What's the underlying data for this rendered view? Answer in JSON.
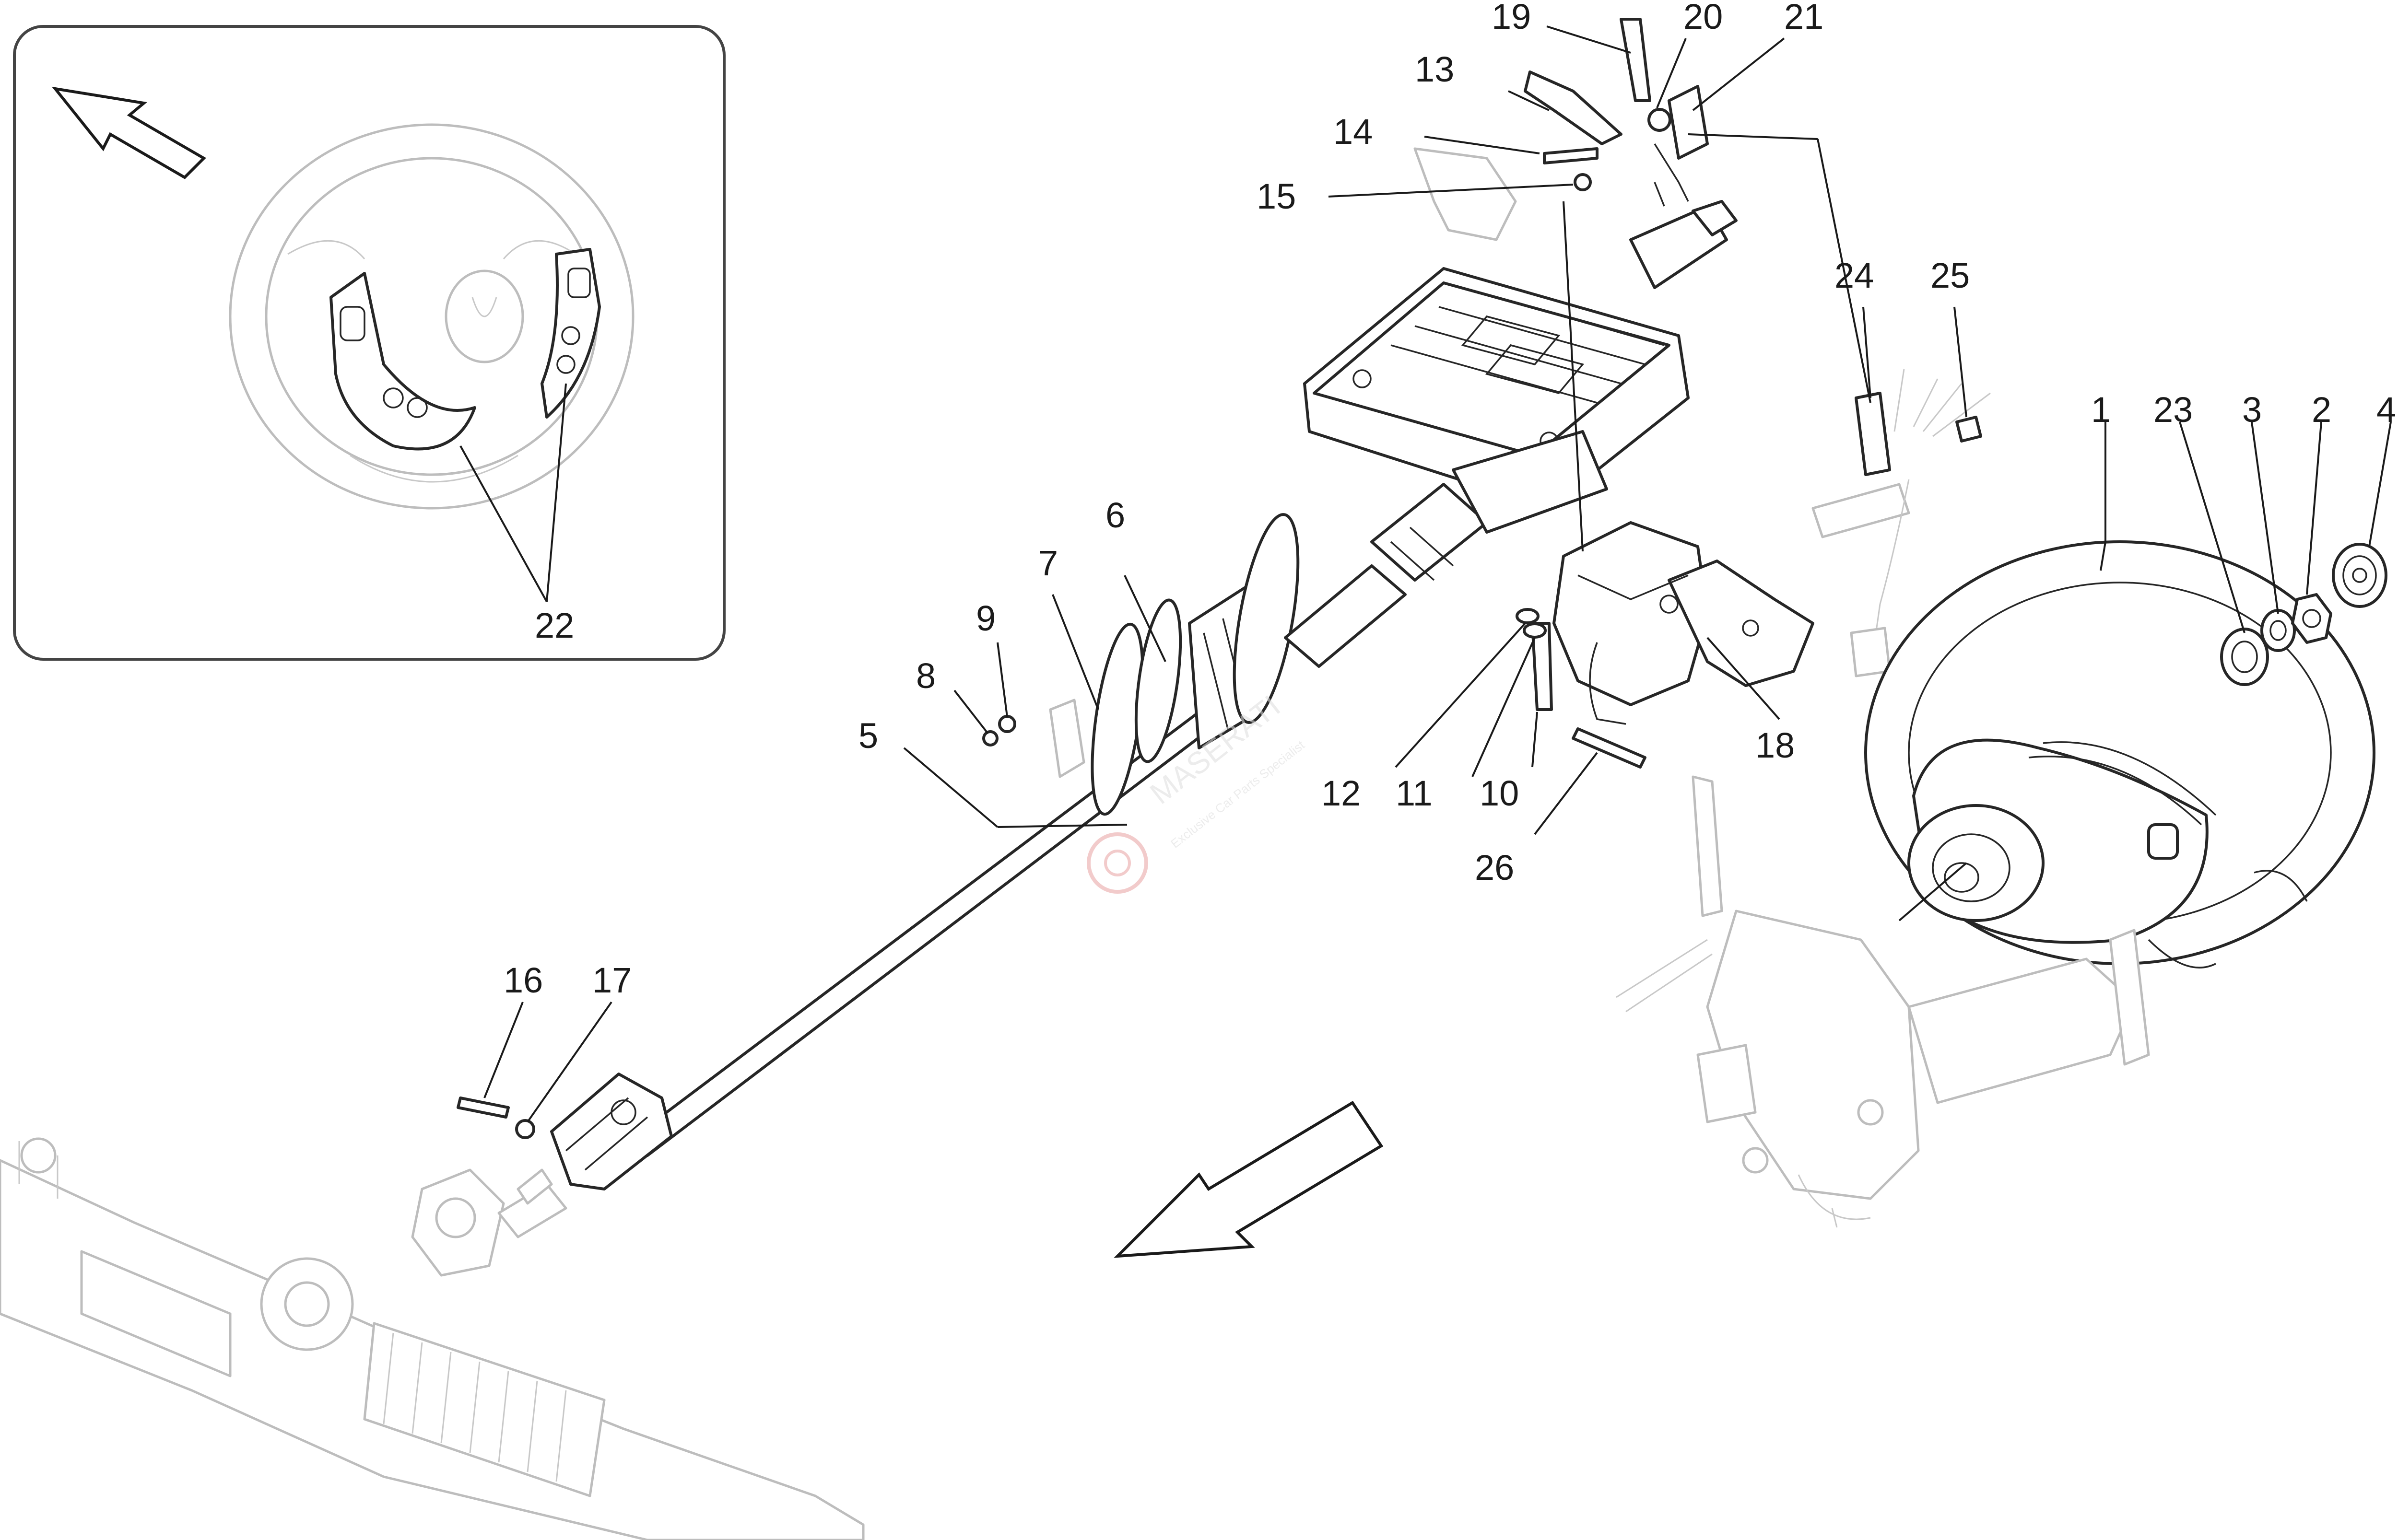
{
  "diagram": {
    "inset_callout": "22",
    "callouts": [
      {
        "id": "1",
        "label": "1"
      },
      {
        "id": "2",
        "label": "2"
      },
      {
        "id": "3",
        "label": "3"
      },
      {
        "id": "4",
        "label": "4"
      },
      {
        "id": "5",
        "label": "5"
      },
      {
        "id": "6",
        "label": "6"
      },
      {
        "id": "7",
        "label": "7"
      },
      {
        "id": "8",
        "label": "8"
      },
      {
        "id": "9",
        "label": "9"
      },
      {
        "id": "10",
        "label": "10"
      },
      {
        "id": "11",
        "label": "11"
      },
      {
        "id": "12",
        "label": "12"
      },
      {
        "id": "13",
        "label": "13"
      },
      {
        "id": "14",
        "label": "14"
      },
      {
        "id": "15",
        "label": "15"
      },
      {
        "id": "16",
        "label": "16"
      },
      {
        "id": "17",
        "label": "17"
      },
      {
        "id": "18",
        "label": "18"
      },
      {
        "id": "19",
        "label": "19"
      },
      {
        "id": "20",
        "label": "20"
      },
      {
        "id": "21",
        "label": "21"
      },
      {
        "id": "23",
        "label": "23"
      },
      {
        "id": "24",
        "label": "24"
      },
      {
        "id": "25",
        "label": "25"
      },
      {
        "id": "26",
        "label": "26"
      }
    ]
  },
  "watermark": {
    "brand": "MASERATI",
    "tagline": "Exclusive Car Parts Specialist"
  }
}
